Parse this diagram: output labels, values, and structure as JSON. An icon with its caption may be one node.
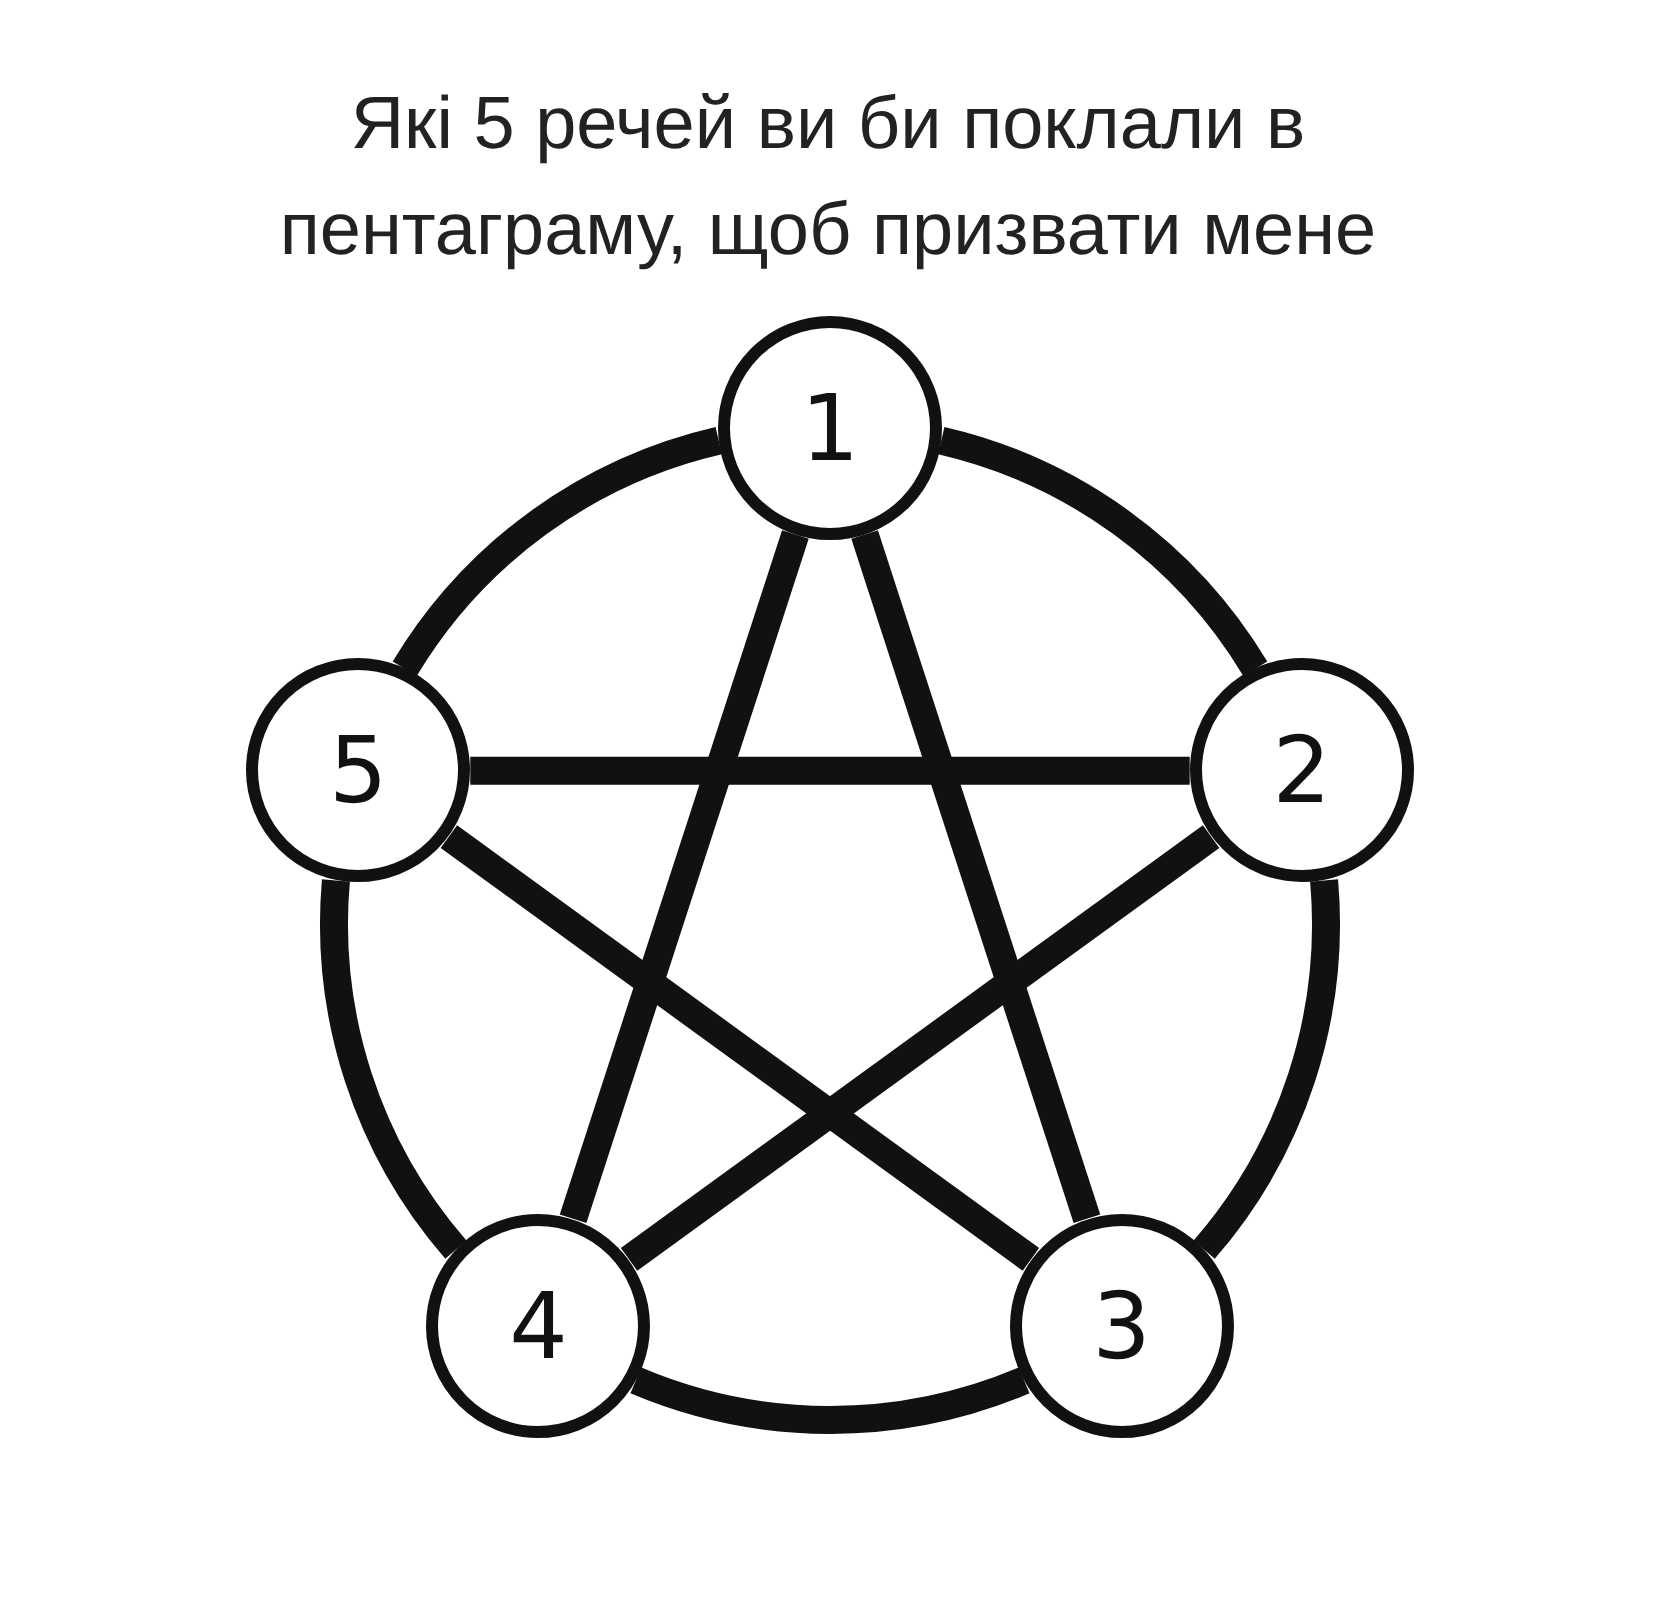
{
  "diagram": {
    "title": "Які 5 речей ви би поклали в пентаграму, щоб призвати мене",
    "nodes": [
      {
        "text": [
          "1"
        ]
      },
      {
        "text": [
          "2"
        ]
      },
      {
        "text": [
          "3"
        ]
      },
      {
        "text": [
          "4"
        ]
      },
      {
        "text": [
          "5"
        ]
      }
    ],
    "edges": [
      {
        "from": 0,
        "to": 1,
        "arrow": "none"
      },
      {
        "from": 1,
        "to": 2,
        "arrow": "none"
      },
      {
        "from": 2,
        "to": 3,
        "arrow": "none"
      },
      {
        "from": 3,
        "to": 4,
        "arrow": "none"
      },
      {
        "from": 4,
        "to": 0,
        "arrow": "none"
      },
      {
        "from": 0,
        "to": 2,
        "arrow": "none"
      },
      {
        "from": 0,
        "to": 3,
        "arrow": "none"
      },
      {
        "from": 1,
        "to": 3,
        "arrow": "none"
      },
      {
        "from": 1,
        "to": 4,
        "arrow": "none"
      },
      {
        "from": 2,
        "to": 4,
        "arrow": "none"
      }
    ]
  }
}
